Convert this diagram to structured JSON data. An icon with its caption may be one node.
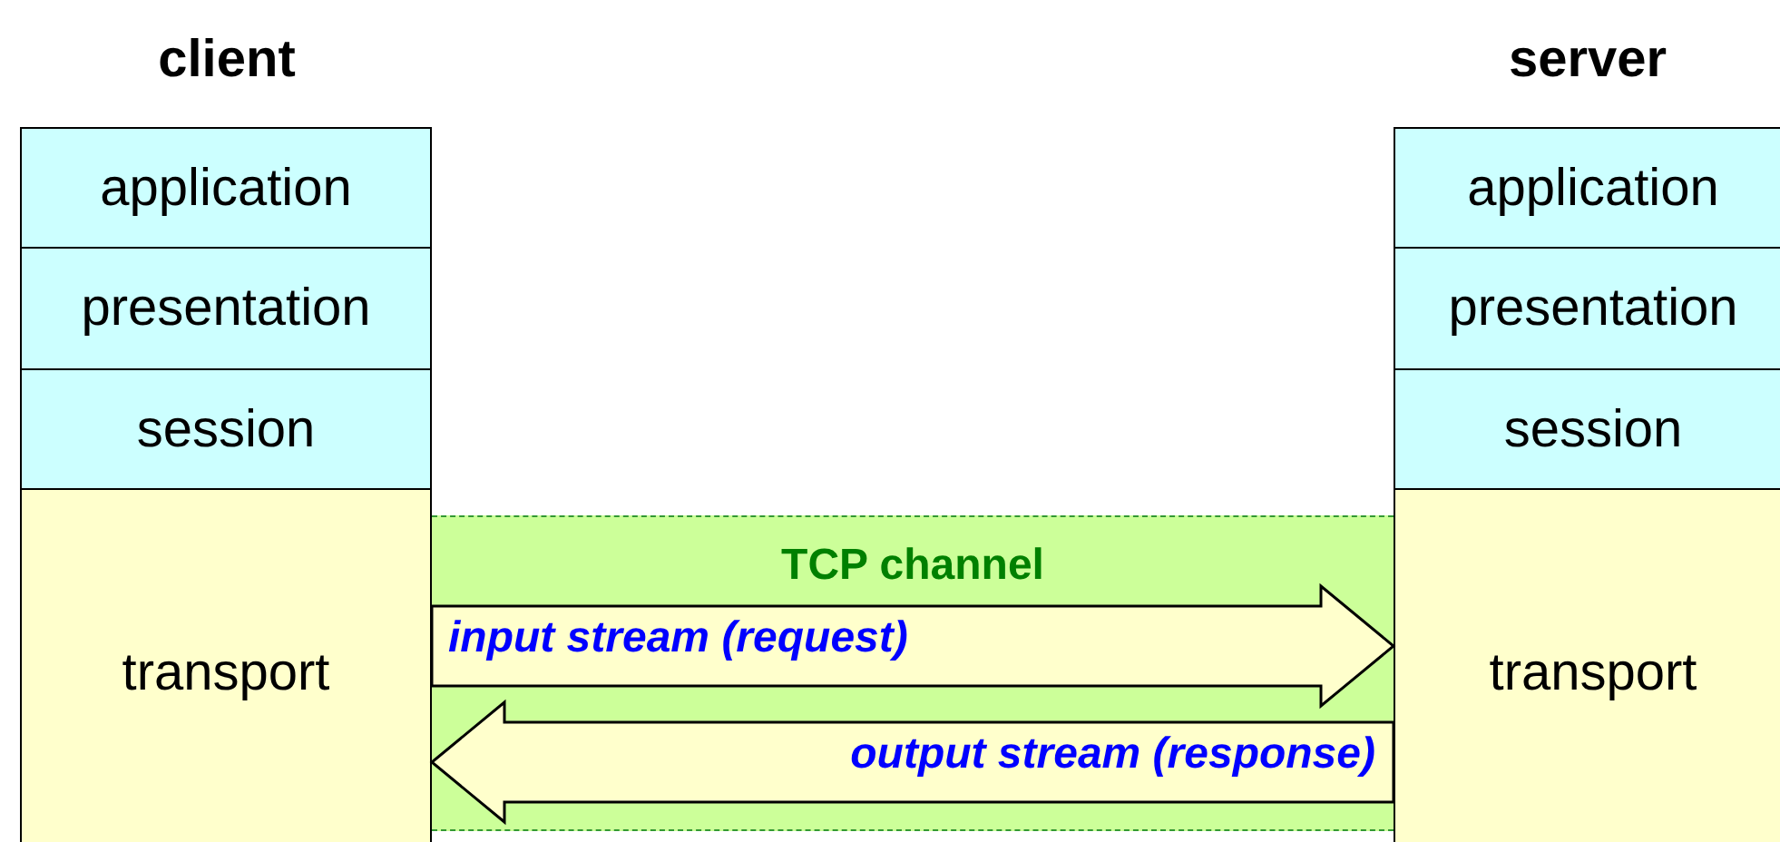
{
  "diagram": {
    "nodes": [
      {
        "text": [
          "application"
        ]
      },
      {
        "text": [
          "presentation"
        ]
      },
      {
        "text": [
          "session"
        ]
      },
      {
        "text": [
          "transport"
        ]
      },
      {
        "text": [
          "application"
        ]
      },
      {
        "text": [
          "presentation"
        ]
      },
      {
        "text": [
          "session"
        ]
      },
      {
        "text": [
          "transport"
        ]
      },
      {
        "text": [
          "TCP channel"
        ]
      }
    ],
    "edges": [
      {
        "from": 3,
        "to": 7,
        "arrow": "to",
        "label": "input stream (request)",
        "style": "thick"
      },
      {
        "from": 7,
        "to": 3,
        "arrow": "to",
        "label": "output stream (response)",
        "style": "thick"
      }
    ],
    "labels": [
      "client",
      "server"
    ]
  }
}
